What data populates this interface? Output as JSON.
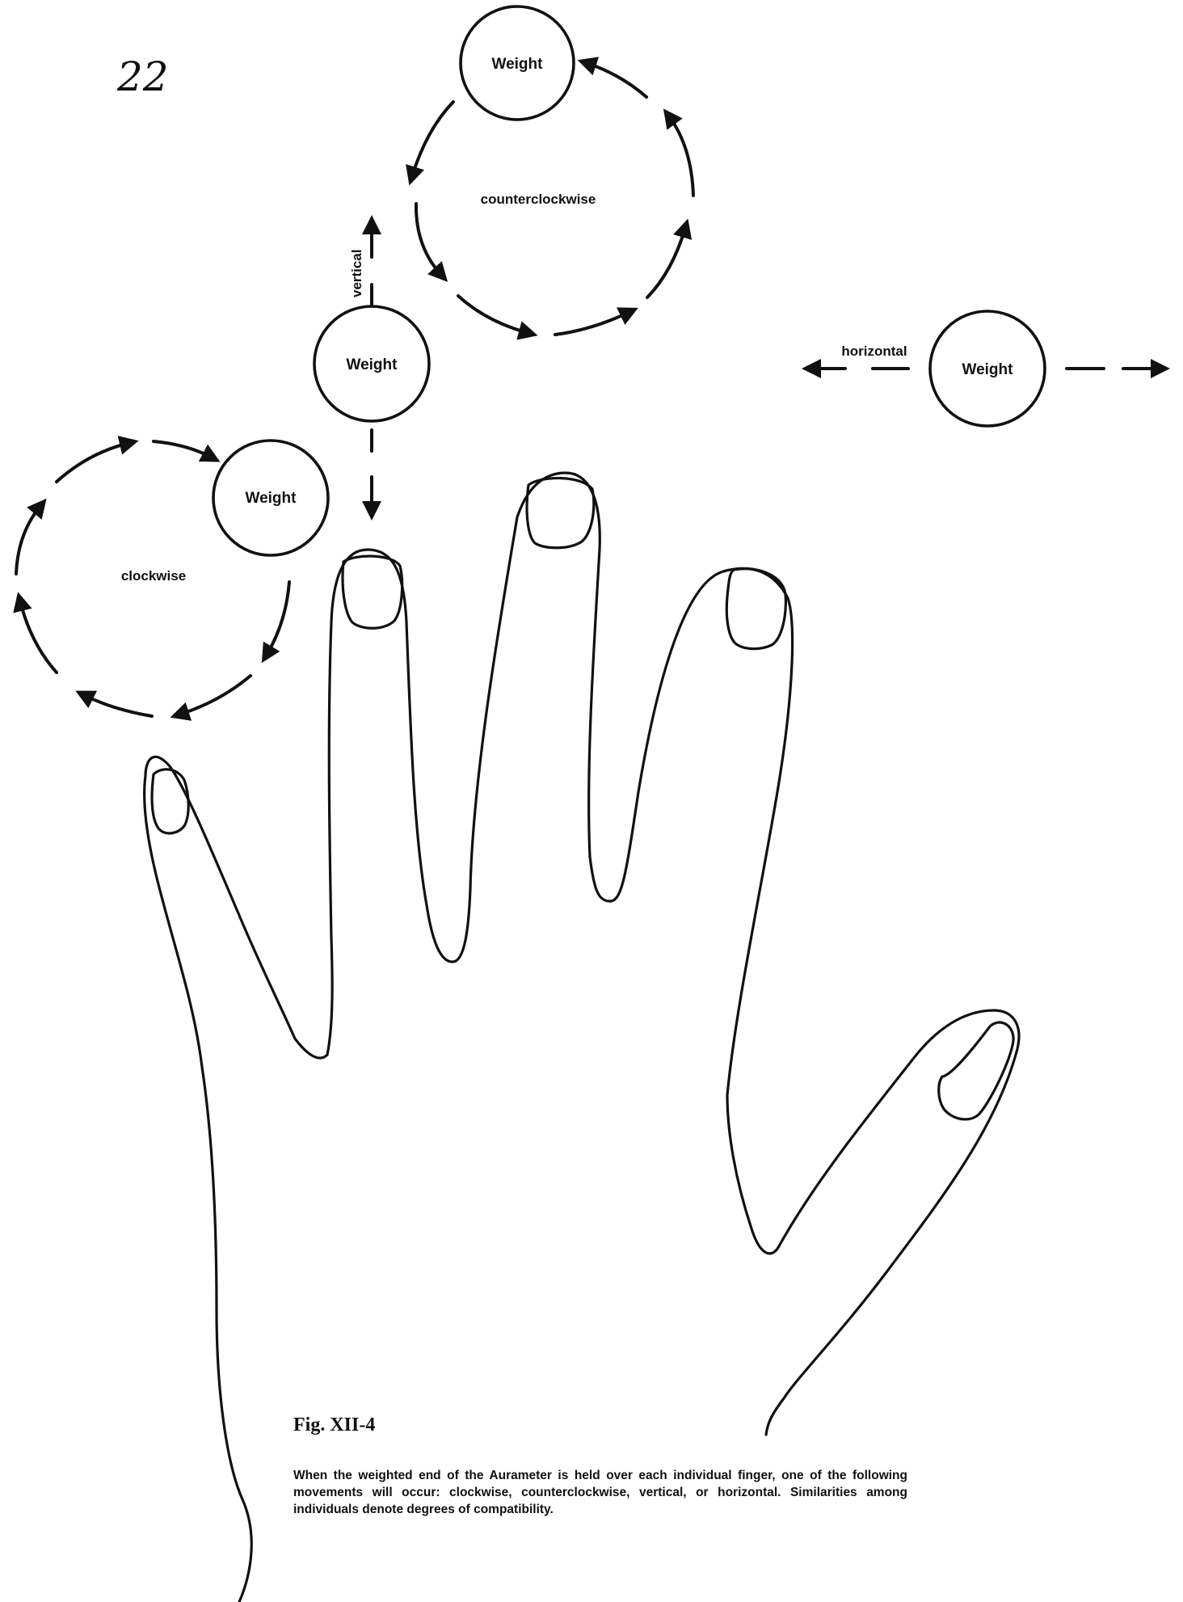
{
  "page_number": "22",
  "weights": {
    "counterclockwise": "Weight",
    "vertical": "Weight",
    "horizontal": "Weight",
    "clockwise": "Weight"
  },
  "movements": {
    "counterclockwise": "counterclockwise",
    "vertical": "vertical",
    "horizontal": "horizontal",
    "clockwise": "clockwise"
  },
  "caption": {
    "title": "Fig. XII-4",
    "text": "When the weighted end of the Aurameter is held over each individual finger, one of the following movements will occur: clockwise, counterclockwise, vertical, or horizontal. Similarities among individuals denote degrees of compatibility."
  }
}
